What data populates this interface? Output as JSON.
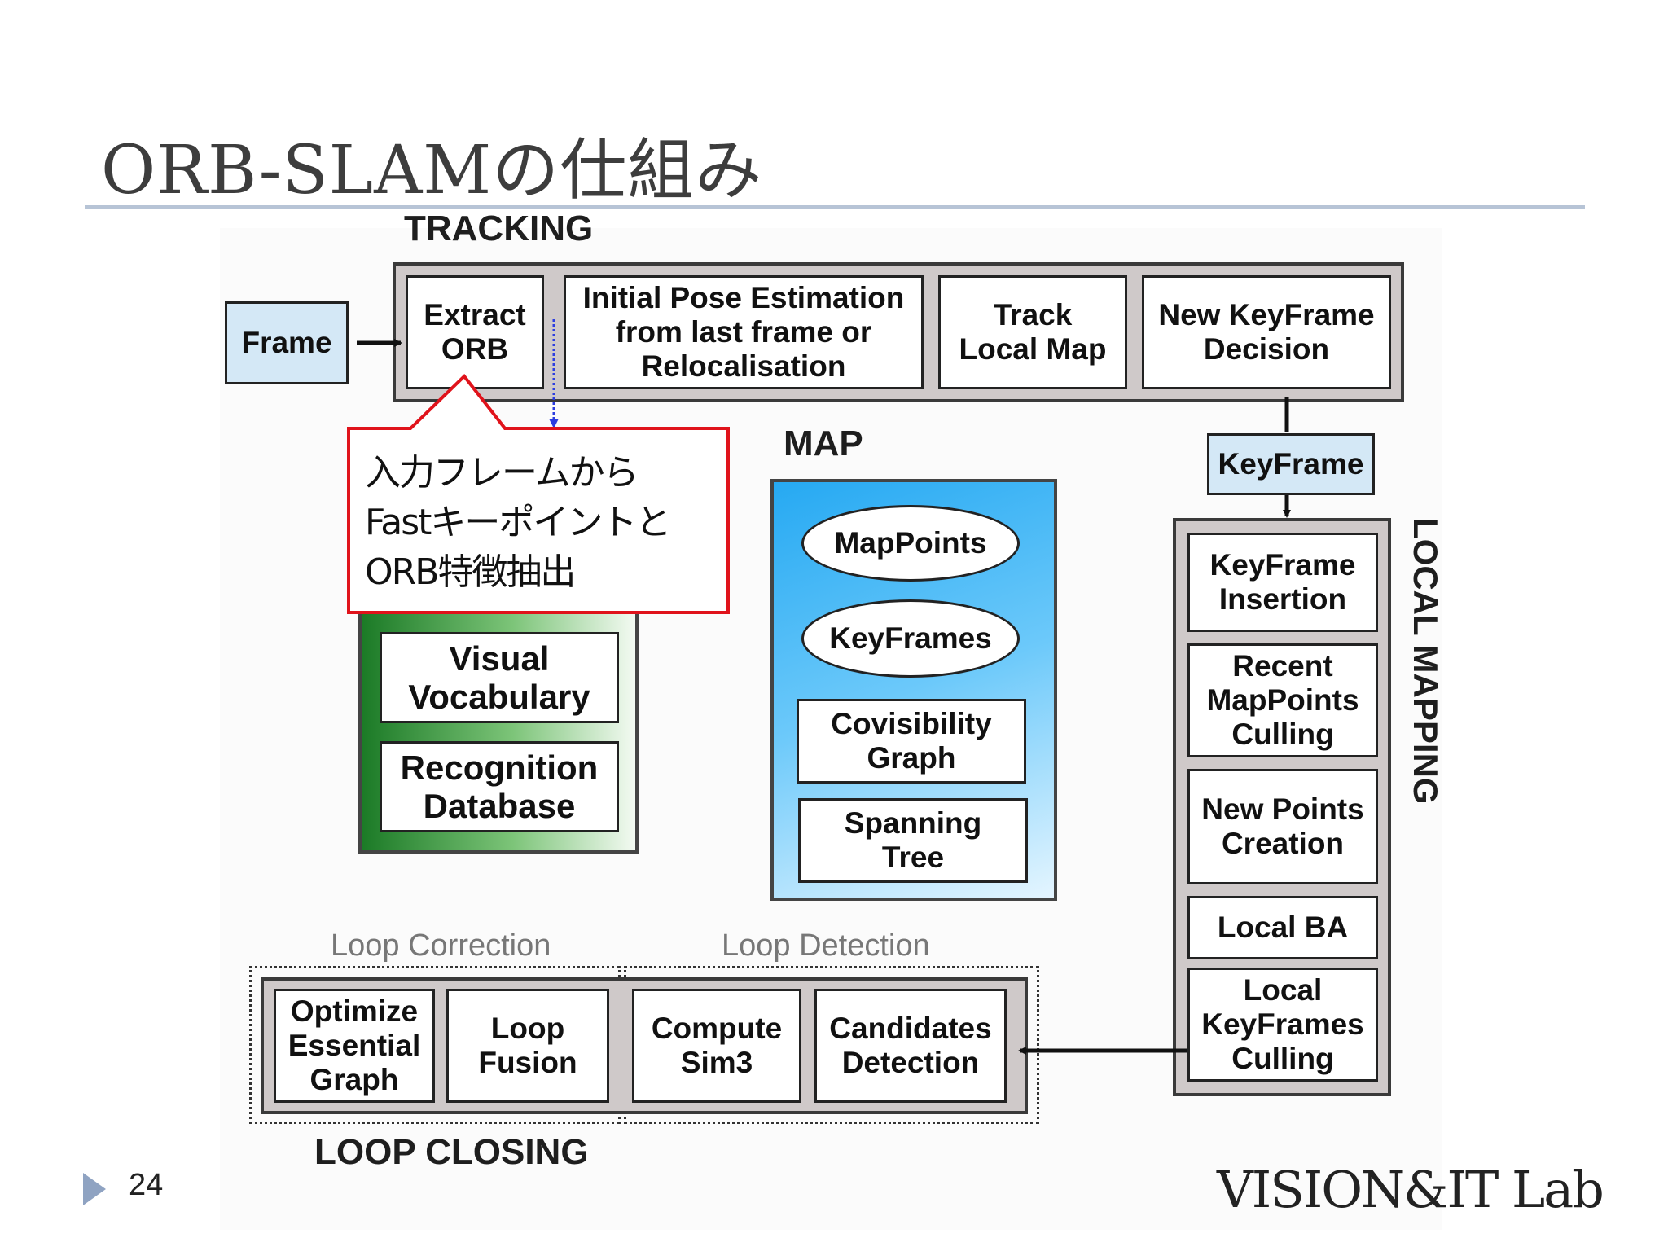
{
  "slide": {
    "title": "ORB-SLAMの仕組み",
    "page_number": "24",
    "footer_logo": "VISION&IT Lab"
  },
  "tracking": {
    "label": "TRACKING",
    "frame": "Frame",
    "steps": [
      "Extract\nORB",
      "Initial Pose Estimation\nfrom last frame or\nRelocalisation",
      "Track\nLocal Map",
      "New KeyFrame\nDecision"
    ]
  },
  "callout": {
    "text": "入力フレームから\nFastキーポイントと\nORB特徴抽出"
  },
  "place_recognition": {
    "items": [
      "Visual\nVocabulary",
      "Recognition\nDatabase"
    ]
  },
  "map": {
    "label": "MAP",
    "ellipses": [
      "MapPoints",
      "KeyFrames"
    ],
    "boxes": [
      "Covisibility\nGraph",
      "Spanning\nTree"
    ]
  },
  "keyframe": "KeyFrame",
  "local_mapping": {
    "label": "LOCAL MAPPING",
    "steps": [
      "KeyFrame\nInsertion",
      "Recent\nMapPoints\nCulling",
      "New Points\nCreation",
      "Local BA",
      "Local\nKeyFrames\nCulling"
    ]
  },
  "loop_closing": {
    "label": "LOOP CLOSING",
    "correction_label": "Loop Correction",
    "detection_label": "Loop Detection",
    "steps": [
      "Optimize\nEssential\nGraph",
      "Loop\nFusion",
      "Compute\nSim3",
      "Candidates\nDetection"
    ]
  },
  "colors": {
    "callout_border": "#e0131b",
    "light_blue_box": "#d4e8f6",
    "tracking_group": "#cfc9c9",
    "map_gradient_top": "#26a9f2",
    "place_gradient_left": "#1b7a26",
    "arrow_blue": "#2c3de0"
  }
}
